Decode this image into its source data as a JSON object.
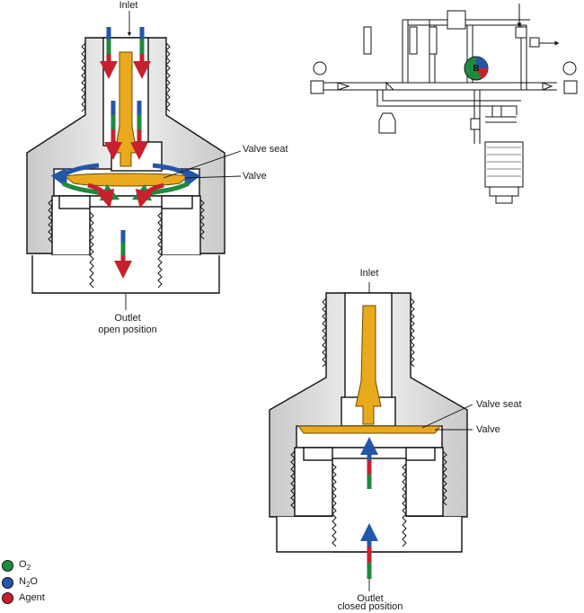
{
  "open_view": {
    "inlet_label": "Inlet",
    "valve_seat_label": "Valve seat",
    "valve_label": "Valve",
    "outlet_label": "Outlet",
    "position_label": "open position"
  },
  "closed_view": {
    "inlet_label": "Inlet",
    "valve_seat_label": "Valve seat",
    "valve_label": "Valve",
    "outlet_label": "Outlet",
    "position_label": "closed position"
  },
  "legend": {
    "items": [
      {
        "base": "O",
        "sub": "2",
        "color": "#1e8a3c"
      },
      {
        "base": "N",
        "sub": "2",
        "tail": "O",
        "color": "#2456a8"
      },
      {
        "base": "Agent",
        "sub": "",
        "color": "#c8202e"
      }
    ]
  },
  "schematic": {
    "marker_label": "B"
  },
  "colors": {
    "o2": "#1e8a3c",
    "n2o": "#2456a8",
    "agent": "#c8202e",
    "valve_gold": "#e8a91c",
    "body_gray": "#e0e0e0"
  }
}
